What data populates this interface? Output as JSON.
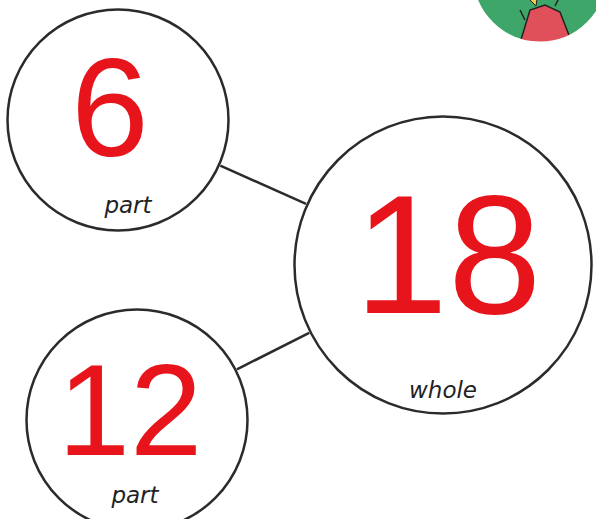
{
  "diagram": {
    "nodes": [
      {
        "text": [
          "6",
          "part"
        ]
      },
      {
        "text": [
          "18",
          "whole"
        ]
      },
      {
        "text": [
          "12",
          "part"
        ]
      }
    ],
    "edges": [
      {
        "from": 0,
        "to": 1,
        "arrow": "none"
      },
      {
        "from": 2,
        "to": 1,
        "arrow": "none"
      }
    ]
  }
}
